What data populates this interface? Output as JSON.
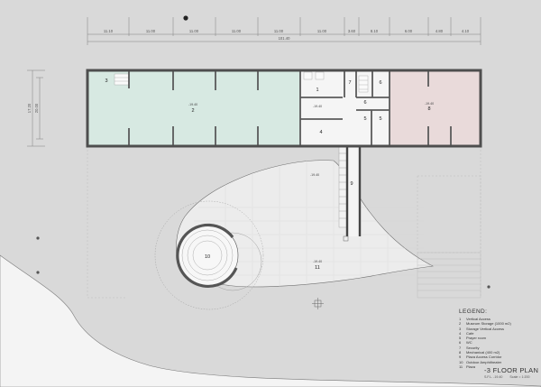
{
  "dimensions": {
    "top": [
      "11.10",
      "11.00",
      "11.00",
      "11.00",
      "11.00",
      "11.00",
      "3.60",
      "8.10",
      "6.00",
      "4.80",
      "4.10"
    ],
    "top_total": "101.40",
    "left": [
      "17.20",
      "20.00"
    ]
  },
  "rooms": {
    "r1": "1",
    "r2": "2",
    "r3": "3",
    "r4": "4",
    "r5a": "5",
    "r5b": "5",
    "r6a": "6",
    "r6b": "6",
    "r7": "7",
    "r8": "8",
    "r9": "9",
    "r10": "10",
    "r11": "11"
  },
  "elevations": {
    "storage": "-19.40",
    "center": "-19.40",
    "mechanical": "-19.40",
    "corridor": "-19.40",
    "plaza": "-19.40"
  },
  "legend": {
    "title": "LEGEND:",
    "items": [
      {
        "num": "1",
        "label": "Vertical Access"
      },
      {
        "num": "2",
        "label": "Museum Storage (1000 m2)"
      },
      {
        "num": "3",
        "label": "Storage Vertical Access"
      },
      {
        "num": "4",
        "label": "Cafe"
      },
      {
        "num": "5",
        "label": "Prayer room"
      },
      {
        "num": "6",
        "label": "WC"
      },
      {
        "num": "7",
        "label": "Security"
      },
      {
        "num": "8",
        "label": "Mechanical (400 m2)"
      },
      {
        "num": "9",
        "label": "Plaza Access Corridor"
      },
      {
        "num": "10",
        "label": "Outdoor Amphitheater"
      },
      {
        "num": "11",
        "label": "Plaza"
      }
    ]
  },
  "title": "-3 FLOOR PLAN",
  "subtitle": {
    "level": "S.F.L. -19.40",
    "scale": "Scale = 1:200"
  },
  "colors": {
    "background": "#d9d9d9",
    "storage": "#d7e9e2",
    "mechanical": "#e9dada",
    "wall": "#6b6b6b",
    "plaza": "#f4f4f4"
  }
}
